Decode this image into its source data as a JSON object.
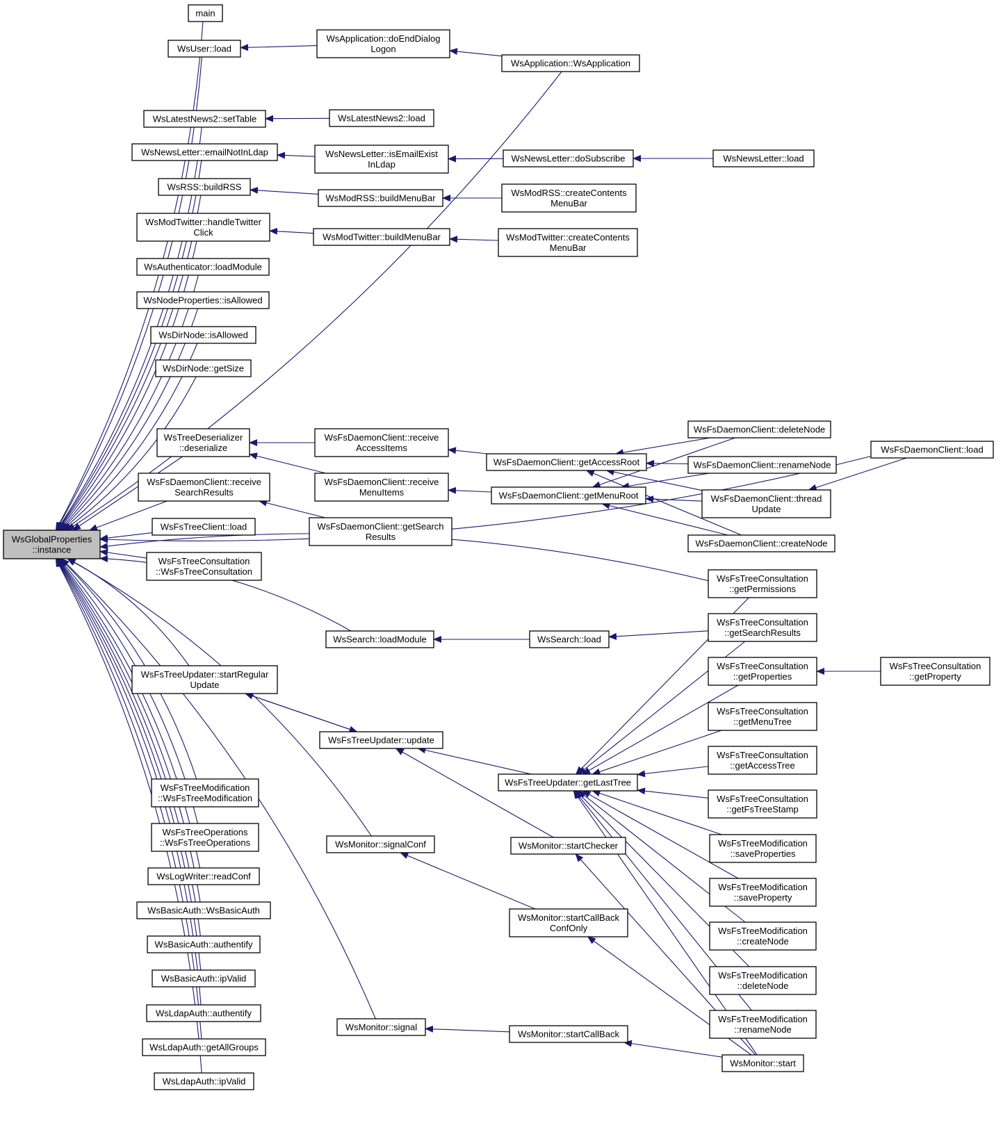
{
  "diagram": {
    "root": "n0",
    "nodes": [
      {
        "id": "n0",
        "lines": [
          "WsGlobalProperties",
          "::instance"
        ]
      },
      {
        "id": "n1",
        "lines": [
          "main"
        ]
      },
      {
        "id": "n2",
        "lines": [
          "WsUser::load"
        ]
      },
      {
        "id": "n3",
        "lines": [
          "WsApplication::doEndDialog",
          "Logon"
        ]
      },
      {
        "id": "n4",
        "lines": [
          "WsApplication::WsApplication"
        ]
      },
      {
        "id": "n5",
        "lines": [
          "WsLatestNews2::setTable"
        ]
      },
      {
        "id": "n6",
        "lines": [
          "WsLatestNews2::load"
        ]
      },
      {
        "id": "n7",
        "lines": [
          "WsNewsLetter::emailNotInLdap"
        ]
      },
      {
        "id": "n8",
        "lines": [
          "WsNewsLetter::isEmailExist",
          "InLdap"
        ]
      },
      {
        "id": "n9",
        "lines": [
          "WsNewsLetter::doSubscribe"
        ]
      },
      {
        "id": "n10",
        "lines": [
          "WsNewsLetter::load"
        ]
      },
      {
        "id": "n11",
        "lines": [
          "WsRSS::buildRSS"
        ]
      },
      {
        "id": "n12",
        "lines": [
          "WsModRSS::buildMenuBar"
        ]
      },
      {
        "id": "n13",
        "lines": [
          "WsModRSS::createContents",
          "MenuBar"
        ]
      },
      {
        "id": "n14",
        "lines": [
          "WsModTwitter::handleTwitter",
          "Click"
        ]
      },
      {
        "id": "n15",
        "lines": [
          "WsModTwitter::buildMenuBar"
        ]
      },
      {
        "id": "n16",
        "lines": [
          "WsModTwitter::createContents",
          "MenuBar"
        ]
      },
      {
        "id": "n17",
        "lines": [
          "WsAuthenticator::loadModule"
        ]
      },
      {
        "id": "n18",
        "lines": [
          "WsNodeProperties::isAllowed"
        ]
      },
      {
        "id": "n19",
        "lines": [
          "WsDirNode::isAllowed"
        ]
      },
      {
        "id": "n20",
        "lines": [
          "WsDirNode::getSize"
        ]
      },
      {
        "id": "n21",
        "lines": [
          "WsTreeDeserializer",
          "::deserialize"
        ]
      },
      {
        "id": "n22",
        "lines": [
          "WsFsDaemonClient::receive",
          "AccessItems"
        ]
      },
      {
        "id": "n23",
        "lines": [
          "WsFsDaemonClient::getAccessRoot"
        ]
      },
      {
        "id": "n24",
        "lines": [
          "WsFsDaemonClient::deleteNode"
        ]
      },
      {
        "id": "n25",
        "lines": [
          "WsFsDaemonClient::renameNode"
        ]
      },
      {
        "id": "n26",
        "lines": [
          "WsFsDaemonClient::load"
        ]
      },
      {
        "id": "n27",
        "lines": [
          "WsFsDaemonClient::receive",
          "SearchResults"
        ]
      },
      {
        "id": "n28",
        "lines": [
          "WsFsDaemonClient::receive",
          "MenuItems"
        ]
      },
      {
        "id": "n29",
        "lines": [
          "WsFsDaemonClient::getMenuRoot"
        ]
      },
      {
        "id": "n30",
        "lines": [
          "WsFsDaemonClient::thread",
          "Update"
        ]
      },
      {
        "id": "n31",
        "lines": [
          "WsFsDaemonClient::getSearch",
          "Results"
        ]
      },
      {
        "id": "n32",
        "lines": [
          "WsFsTreeClient::load"
        ]
      },
      {
        "id": "n33",
        "lines": [
          "WsFsDaemonClient::createNode"
        ]
      },
      {
        "id": "n34",
        "lines": [
          "WsFsTreeConsultation",
          "::WsFsTreeConsultation"
        ]
      },
      {
        "id": "n35",
        "lines": [
          "WsFsTreeConsultation",
          "::getPermissions"
        ]
      },
      {
        "id": "n36",
        "lines": [
          "WsFsTreeConsultation",
          "::getSearchResults"
        ]
      },
      {
        "id": "n37",
        "lines": [
          "WsSearch::loadModule"
        ]
      },
      {
        "id": "n38",
        "lines": [
          "WsSearch::load"
        ]
      },
      {
        "id": "n39",
        "lines": [
          "WsFsTreeConsultation",
          "::getProperties"
        ]
      },
      {
        "id": "n40",
        "lines": [
          "WsFsTreeConsultation",
          "::getProperty"
        ]
      },
      {
        "id": "n41",
        "lines": [
          "WsFsTreeUpdater::startRegular",
          "Update"
        ]
      },
      {
        "id": "n42",
        "lines": [
          "WsFsTreeConsultation",
          "::getMenuTree"
        ]
      },
      {
        "id": "n43",
        "lines": [
          "WsFsTreeUpdater::update"
        ]
      },
      {
        "id": "n44",
        "lines": [
          "WsFsTreeConsultation",
          "::getAccessTree"
        ]
      },
      {
        "id": "n45",
        "lines": [
          "WsFsTreeUpdater::getLastTree"
        ]
      },
      {
        "id": "n46",
        "lines": [
          "WsFsTreeModification",
          "::WsFsTreeModification"
        ]
      },
      {
        "id": "n47",
        "lines": [
          "WsFsTreeConsultation",
          "::getFsTreeStamp"
        ]
      },
      {
        "id": "n48",
        "lines": [
          "WsFsTreeOperations",
          "::WsFsTreeOperations"
        ]
      },
      {
        "id": "n49",
        "lines": [
          "WsFsTreeModification",
          "::saveProperties"
        ]
      },
      {
        "id": "n50",
        "lines": [
          "WsMonitor::signalConf"
        ]
      },
      {
        "id": "n51",
        "lines": [
          "WsMonitor::startChecker"
        ]
      },
      {
        "id": "n52",
        "lines": [
          "WsLogWriter::readConf"
        ]
      },
      {
        "id": "n53",
        "lines": [
          "WsFsTreeModification",
          "::saveProperty"
        ]
      },
      {
        "id": "n54",
        "lines": [
          "WsBasicAuth::WsBasicAuth"
        ]
      },
      {
        "id": "n55",
        "lines": [
          "WsMonitor::startCallBack",
          "ConfOnly"
        ]
      },
      {
        "id": "n56",
        "lines": [
          "WsBasicAuth::authentify"
        ]
      },
      {
        "id": "n57",
        "lines": [
          "WsFsTreeModification",
          "::createNode"
        ]
      },
      {
        "id": "n58",
        "lines": [
          "WsBasicAuth::ipValid"
        ]
      },
      {
        "id": "n59",
        "lines": [
          "WsFsTreeModification",
          "::deleteNode"
        ]
      },
      {
        "id": "n60",
        "lines": [
          "WsLdapAuth::authentify"
        ]
      },
      {
        "id": "n61",
        "lines": [
          "WsFsTreeModification",
          "::renameNode"
        ]
      },
      {
        "id": "n62",
        "lines": [
          "WsMonitor::signal"
        ]
      },
      {
        "id": "n63",
        "lines": [
          "WsMonitor::startCallBack"
        ]
      },
      {
        "id": "n64",
        "lines": [
          "WsLdapAuth::getAllGroups"
        ]
      },
      {
        "id": "n65",
        "lines": [
          "WsMonitor::start"
        ]
      },
      {
        "id": "n66",
        "lines": [
          "WsLdapAuth::ipValid"
        ]
      }
    ],
    "edges": [
      {
        "from": "n1",
        "to": "n0"
      },
      {
        "from": "n2",
        "to": "n0"
      },
      {
        "from": "n3",
        "to": "n2"
      },
      {
        "from": "n4",
        "to": "n3"
      },
      {
        "from": "n4",
        "to": "n0"
      },
      {
        "from": "n5",
        "to": "n0"
      },
      {
        "from": "n6",
        "to": "n5"
      },
      {
        "from": "n7",
        "to": "n0"
      },
      {
        "from": "n8",
        "to": "n7"
      },
      {
        "from": "n9",
        "to": "n8"
      },
      {
        "from": "n10",
        "to": "n9"
      },
      {
        "from": "n11",
        "to": "n0"
      },
      {
        "from": "n12",
        "to": "n11"
      },
      {
        "from": "n13",
        "to": "n12"
      },
      {
        "from": "n14",
        "to": "n0"
      },
      {
        "from": "n15",
        "to": "n14"
      },
      {
        "from": "n16",
        "to": "n15"
      },
      {
        "from": "n17",
        "to": "n0"
      },
      {
        "from": "n18",
        "to": "n0"
      },
      {
        "from": "n19",
        "to": "n0"
      },
      {
        "from": "n20",
        "to": "n0"
      },
      {
        "from": "n26",
        "to": "n0"
      },
      {
        "from": "n21",
        "to": "n0"
      },
      {
        "from": "n22",
        "to": "n21"
      },
      {
        "from": "n28",
        "to": "n21"
      },
      {
        "from": "n23",
        "to": "n22"
      },
      {
        "from": "n24",
        "to": "n23"
      },
      {
        "from": "n25",
        "to": "n23"
      },
      {
        "from": "n30",
        "to": "n23"
      },
      {
        "from": "n33",
        "to": "n23"
      },
      {
        "from": "n29",
        "to": "n28"
      },
      {
        "from": "n24",
        "to": "n29"
      },
      {
        "from": "n25",
        "to": "n29"
      },
      {
        "from": "n30",
        "to": "n29"
      },
      {
        "from": "n33",
        "to": "n29"
      },
      {
        "from": "n26",
        "to": "n30"
      },
      {
        "from": "n27",
        "to": "n0"
      },
      {
        "from": "n31",
        "to": "n27"
      },
      {
        "from": "n32",
        "to": "n0"
      },
      {
        "from": "n34",
        "to": "n0"
      },
      {
        "from": "n35",
        "to": "n0"
      },
      {
        "from": "n37",
        "to": "n0"
      },
      {
        "from": "n38",
        "to": "n37"
      },
      {
        "from": "n36",
        "to": "n38"
      },
      {
        "from": "n41",
        "to": "n0"
      },
      {
        "from": "n43",
        "to": "n41"
      },
      {
        "from": "n41",
        "to": "n43"
      },
      {
        "from": "n45",
        "to": "n43"
      },
      {
        "from": "n51",
        "to": "n43"
      },
      {
        "from": "n35",
        "to": "n45"
      },
      {
        "from": "n36",
        "to": "n45"
      },
      {
        "from": "n39",
        "to": "n45"
      },
      {
        "from": "n42",
        "to": "n45"
      },
      {
        "from": "n44",
        "to": "n45"
      },
      {
        "from": "n47",
        "to": "n45"
      },
      {
        "from": "n49",
        "to": "n45"
      },
      {
        "from": "n53",
        "to": "n45"
      },
      {
        "from": "n57",
        "to": "n45"
      },
      {
        "from": "n59",
        "to": "n45"
      },
      {
        "from": "n61",
        "to": "n45"
      },
      {
        "from": "n65",
        "to": "n45"
      },
      {
        "from": "n40",
        "to": "n39"
      },
      {
        "from": "n50",
        "to": "n0"
      },
      {
        "from": "n55",
        "to": "n50"
      },
      {
        "from": "n65",
        "to": "n51"
      },
      {
        "from": "n65",
        "to": "n55"
      },
      {
        "from": "n62",
        "to": "n0"
      },
      {
        "from": "n63",
        "to": "n62"
      },
      {
        "from": "n65",
        "to": "n63"
      },
      {
        "from": "n46",
        "to": "n0"
      },
      {
        "from": "n48",
        "to": "n0"
      },
      {
        "from": "n52",
        "to": "n0"
      },
      {
        "from": "n54",
        "to": "n0"
      },
      {
        "from": "n56",
        "to": "n0"
      },
      {
        "from": "n58",
        "to": "n0"
      },
      {
        "from": "n60",
        "to": "n0"
      },
      {
        "from": "n64",
        "to": "n0"
      },
      {
        "from": "n66",
        "to": "n0"
      }
    ]
  },
  "colors": {
    "edge": "#191970",
    "node_fill": "#ffffff",
    "root_fill": "#bfbfbf",
    "node_border": "#000000"
  }
}
